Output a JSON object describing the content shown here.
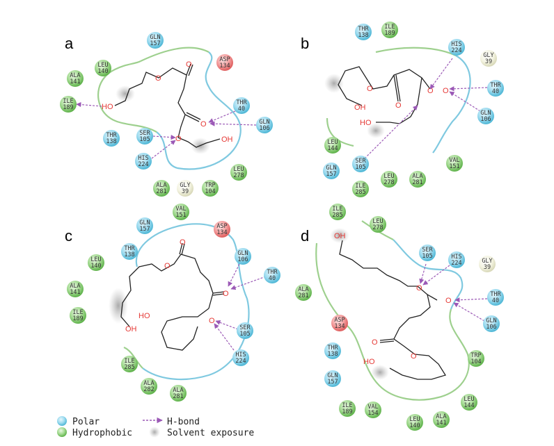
{
  "panels": {
    "a": {
      "label": "a",
      "residues": [
        {
          "name": "GLN",
          "num": "157",
          "type": "polar"
        },
        {
          "name": "ASP",
          "num": "134",
          "type": "charged"
        },
        {
          "name": "LEU",
          "num": "140",
          "type": "hydrophobic"
        },
        {
          "name": "ALA",
          "num": "141",
          "type": "hydrophobic"
        },
        {
          "name": "ILE",
          "num": "189",
          "type": "hydrophobic"
        },
        {
          "name": "THR",
          "num": "40",
          "type": "polar"
        },
        {
          "name": "GLN",
          "num": "106",
          "type": "polar"
        },
        {
          "name": "SER",
          "num": "105",
          "type": "polar"
        },
        {
          "name": "THR",
          "num": "138",
          "type": "polar"
        },
        {
          "name": "HIS",
          "num": "224",
          "type": "polar"
        },
        {
          "name": "LEU",
          "num": "278",
          "type": "hydrophobic"
        },
        {
          "name": "ALA",
          "num": "281",
          "type": "hydrophobic"
        },
        {
          "name": "GLY",
          "num": "39",
          "type": "glycine"
        },
        {
          "name": "TRP",
          "num": "104",
          "type": "hydrophobic"
        }
      ],
      "atoms": [
        "O",
        "O",
        "HO",
        "O",
        "O",
        "OH"
      ]
    },
    "b": {
      "label": "b",
      "residues": [
        {
          "name": "THR",
          "num": "138",
          "type": "polar"
        },
        {
          "name": "ILE",
          "num": "189",
          "type": "hydrophobic"
        },
        {
          "name": "HIS",
          "num": "224",
          "type": "polar"
        },
        {
          "name": "GLY",
          "num": "39",
          "type": "glycine"
        },
        {
          "name": "THR",
          "num": "40",
          "type": "polar"
        },
        {
          "name": "GLN",
          "num": "106",
          "type": "polar"
        },
        {
          "name": "LEU",
          "num": "144",
          "type": "hydrophobic"
        },
        {
          "name": "GLN",
          "num": "157",
          "type": "polar"
        },
        {
          "name": "SER",
          "num": "105",
          "type": "polar"
        },
        {
          "name": "ILE",
          "num": "285",
          "type": "hydrophobic"
        },
        {
          "name": "LEU",
          "num": "278",
          "type": "hydrophobic"
        },
        {
          "name": "ALA",
          "num": "281",
          "type": "hydrophobic"
        },
        {
          "name": "VAL",
          "num": "151",
          "type": "hydrophobic"
        }
      ],
      "atoms": [
        "O",
        "O",
        "O",
        "O",
        "OH",
        "HO"
      ]
    },
    "c": {
      "label": "c",
      "residues": [
        {
          "name": "VAL",
          "num": "151",
          "type": "hydrophobic"
        },
        {
          "name": "GLN",
          "num": "157",
          "type": "polar"
        },
        {
          "name": "ASP",
          "num": "134",
          "type": "charged"
        },
        {
          "name": "LEU",
          "num": "140",
          "type": "hydrophobic"
        },
        {
          "name": "THR",
          "num": "138",
          "type": "polar"
        },
        {
          "name": "GLN",
          "num": "106",
          "type": "polar"
        },
        {
          "name": "THR",
          "num": "40",
          "type": "polar"
        },
        {
          "name": "ALA",
          "num": "141",
          "type": "hydrophobic"
        },
        {
          "name": "ILE",
          "num": "189",
          "type": "hydrophobic"
        },
        {
          "name": "SER",
          "num": "105",
          "type": "polar"
        },
        {
          "name": "HIS",
          "num": "224",
          "type": "polar"
        },
        {
          "name": "ILE",
          "num": "285",
          "type": "hydrophobic"
        },
        {
          "name": "ALA",
          "num": "282",
          "type": "hydrophobic"
        },
        {
          "name": "ALA",
          "num": "281",
          "type": "hydrophobic"
        }
      ],
      "atoms": [
        "O",
        "O",
        "O",
        "O",
        "HO",
        "OH"
      ]
    },
    "d": {
      "label": "d",
      "residues": [
        {
          "name": "ILE",
          "num": "285",
          "type": "hydrophobic"
        },
        {
          "name": "LEU",
          "num": "278",
          "type": "hydrophobic"
        },
        {
          "name": "SER",
          "num": "105",
          "type": "polar"
        },
        {
          "name": "HIS",
          "num": "224",
          "type": "polar"
        },
        {
          "name": "GLY",
          "num": "39",
          "type": "glycine"
        },
        {
          "name": "ALA",
          "num": "281",
          "type": "hydrophobic"
        },
        {
          "name": "THR",
          "num": "40",
          "type": "polar"
        },
        {
          "name": "GLN",
          "num": "106",
          "type": "polar"
        },
        {
          "name": "ASP",
          "num": "134",
          "type": "charged"
        },
        {
          "name": "TRP",
          "num": "104",
          "type": "hydrophobic"
        },
        {
          "name": "THR",
          "num": "138",
          "type": "polar"
        },
        {
          "name": "GLN",
          "num": "157",
          "type": "polar"
        },
        {
          "name": "LEU",
          "num": "144",
          "type": "hydrophobic"
        },
        {
          "name": "ILE",
          "num": "189",
          "type": "hydrophobic"
        },
        {
          "name": "VAL",
          "num": "154",
          "type": "hydrophobic"
        },
        {
          "name": "LEU",
          "num": "140",
          "type": "hydrophobic"
        },
        {
          "name": "ALA",
          "num": "141",
          "type": "hydrophobic"
        }
      ],
      "atoms": [
        "OH",
        "O",
        "O",
        "O",
        "O",
        "HO"
      ]
    }
  },
  "legend": {
    "polar": "Polar",
    "hydrophobic": "Hydrophobic",
    "hbond": "H-bond",
    "solvent": "Solvent exposure"
  },
  "colors": {
    "polar": "#7fd0e8",
    "hydrophobic": "#8ed07d",
    "charged": "#f08b8b",
    "glycine": "#f2f2d8",
    "pocket_polar": "#7fc9e0",
    "pocket_hydrophobic": "#9ed08e",
    "hbond": "#9b59b6",
    "atom": "#e53935"
  }
}
